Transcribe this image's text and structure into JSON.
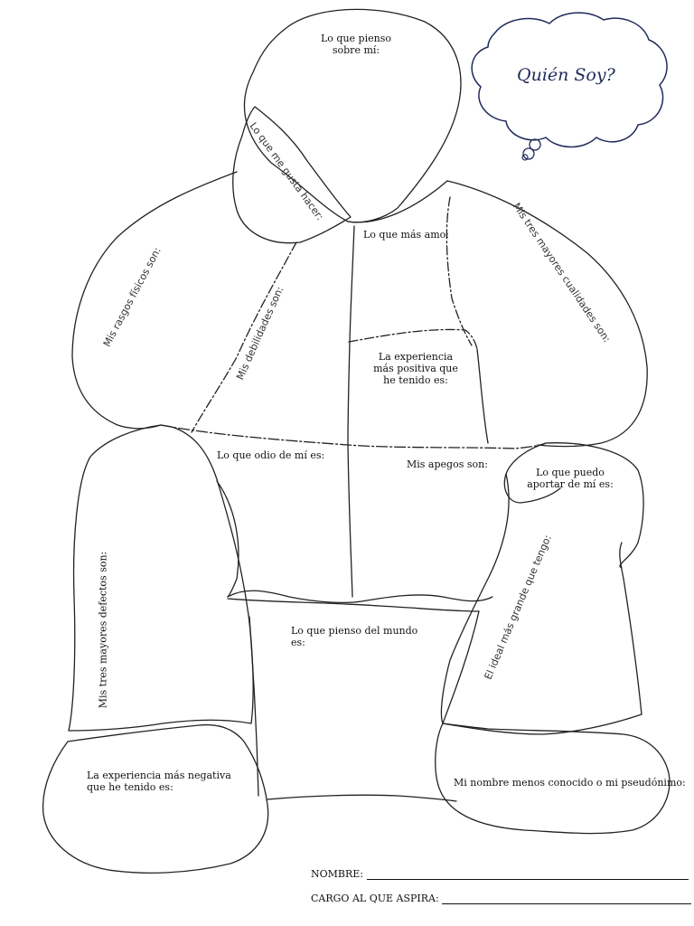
{
  "title": "Quién Soy?",
  "regions": {
    "head": "Lo que pienso sobre mí:",
    "hand_face": "Lo que me gusta hacer:",
    "chest_top": "Lo que más amo:",
    "left_arm": "Mis rasgos físicos son:",
    "left_chest": "Mis debilidades son:",
    "right_arm": "Mis tres mayores cualidades son:",
    "belly": "La experiencia más positiva que he tenido es:",
    "hate": "Lo que odio de mí es:",
    "attachments": "Mis apegos son:",
    "contribute": "Lo que puedo aportar de mí es:",
    "left_leg": "Mis tres mayores defectos son:",
    "right_leg": "El ideal más grande que tengo:",
    "world": "Lo que pienso del mundo es:",
    "left_foot": "La experiencia más negativa que he tenido es:",
    "right_foot": "Mi nombre menos conocido o mi pseudónimo:"
  },
  "form": {
    "name_label": "NOMBRE:",
    "role_label": "CARGO AL QUE ASPIRA:"
  }
}
